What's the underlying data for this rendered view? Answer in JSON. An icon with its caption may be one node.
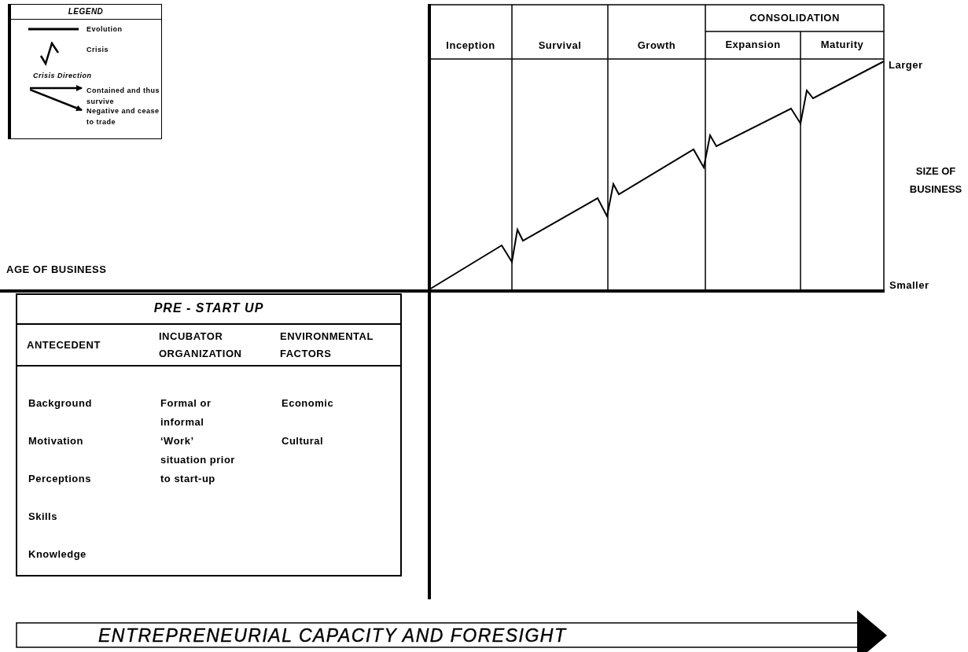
{
  "diagram": {
    "nodes": [
      {
        "text": [
          "Inception"
        ]
      },
      {
        "text": [
          "Survival"
        ]
      },
      {
        "text": [
          "Growth"
        ]
      },
      {
        "text": [
          "CONSOLIDATION"
        ]
      },
      {
        "text": [
          "Expansion"
        ],
        "in": 3
      },
      {
        "text": [
          "Maturity"
        ],
        "in": 3
      },
      {
        "text": [
          "PRE - START UP"
        ]
      },
      {
        "text": [
          "ANTECEDENT",
          "Background",
          "Motivation",
          "Perceptions",
          "Skills",
          "Knowledge"
        ],
        "in": 6
      },
      {
        "text": [
          "INCUBATOR ORGANIZATION",
          "Formal or informal ‘Work’ situation prior to start-up"
        ],
        "in": 6
      },
      {
        "text": [
          "ENVIRONMENTAL FACTORS",
          "Economic",
          "Cultural"
        ],
        "in": 6
      },
      {
        "text": [
          "ENTREPRENEURIAL CAPACITY AND FORESIGHT"
        ]
      }
    ],
    "edges": [],
    "labels": [
      "LEGEND",
      "Crisis Direction",
      "Larger",
      "SIZE OF BUSINESS",
      "AGE OF BUSINESS",
      "Smaller"
    ],
    "legend": [
      {
        "text": "Evolution"
      },
      {
        "text": "Crisis"
      },
      {
        "text": "Contained and thus survive"
      },
      {
        "text": "Negative and cease to trade"
      }
    ]
  }
}
